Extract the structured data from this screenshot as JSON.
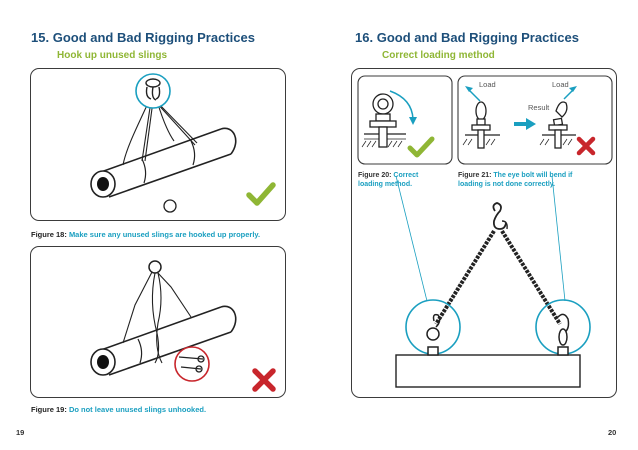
{
  "left_page": {
    "section_number": "15.",
    "section_title": "Good and Bad Rigging Practices",
    "subtitle": "Hook up unused slings",
    "figure18": {
      "label": "Figure 18:",
      "text": "Make sure any unused slings are hooked up properly."
    },
    "figure19": {
      "label": "Figure 19:",
      "text": "Do not leave unused slings unhooked."
    },
    "page_number": "19"
  },
  "right_page": {
    "section_number": "16.",
    "section_title": "Good and Bad Rigging Practices",
    "subtitle": "Correct loading method",
    "labels": {
      "load_left": "Load",
      "load_right": "Load",
      "result": "Result"
    },
    "figure20": {
      "label": "Figure 20:",
      "text_line1": "Correct",
      "text_line2": "loading method."
    },
    "figure21": {
      "label": "Figure 21:",
      "text_line1": "The eye bolt will bend if",
      "text_line2": "loading is not done correctly."
    },
    "page_number": "20"
  },
  "colors": {
    "title": "#1d4f7a",
    "subtitle": "#8fb635",
    "caption": "#1a9fc0",
    "check": "#8fb635",
    "cross": "#c8262c",
    "highlight": "#1a9fc0"
  },
  "icons": [
    "check-icon",
    "cross-icon",
    "arrow-icon"
  ]
}
